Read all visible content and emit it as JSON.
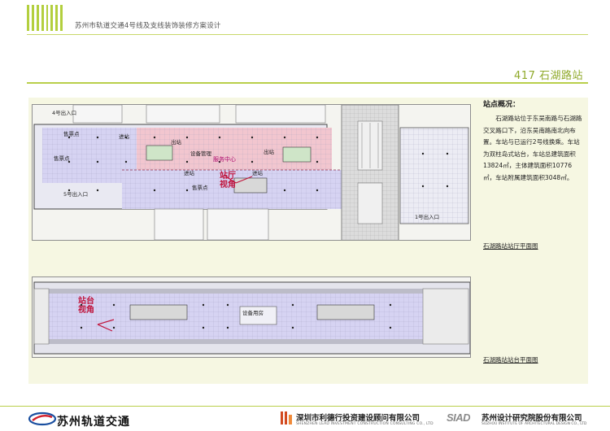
{
  "header": {
    "doc_title": "苏州市轨道交通4号线及支线装饰装修方案设计",
    "station_title": "417 石湖路站",
    "accent_color": "#b3cf3e"
  },
  "hall_plan": {
    "labels": {
      "exit4": "4号出入口",
      "exit5": "5号出入口",
      "exit1": "1号出入口",
      "ticket1": "售票点",
      "ticket2": "售票点",
      "ticket3": "售票点",
      "enter1": "进站",
      "enter2": "进站",
      "enter3": "进站",
      "exit_a": "出站",
      "exit_b": "出站",
      "equipment": "设备管理",
      "service": "服务中心",
      "view_mark": "站厅\n视角"
    },
    "colors": {
      "unpaid": "#f2c6cf",
      "paid": "#d6d3f2"
    }
  },
  "platform_plan": {
    "labels": {
      "view_mark": "站台\n视角",
      "center": "设备用房"
    }
  },
  "overview": {
    "heading": "站点概况：",
    "body": "石湖路站位于东吴南路与石湖路交叉路口下，沿东吴南路南北向布置。车站与已运行2号线换乘。车站为双柱岛式站台，车站总建筑面积13824㎡，主体建筑面积10776㎡，车站附属建筑面积3048㎡。"
  },
  "captions": {
    "hall": "石湖路站站厅平面图",
    "platform": "石湖路站站台平面图"
  },
  "footer": {
    "company1": "苏州轨道交通",
    "company2": "深圳市利德行投资建设顾问有限公司",
    "company2_en": "SHENZHEN LEAD INVESTMENT CONSTRUCTION CONSULTING CO., LTD",
    "logo3": "SIAD",
    "company3": "苏州设计研究院股份有限公司",
    "company3_en": "SUZHOU INSTITUTE OF ARCHITECTURAL DESIGN CO., LTD"
  }
}
